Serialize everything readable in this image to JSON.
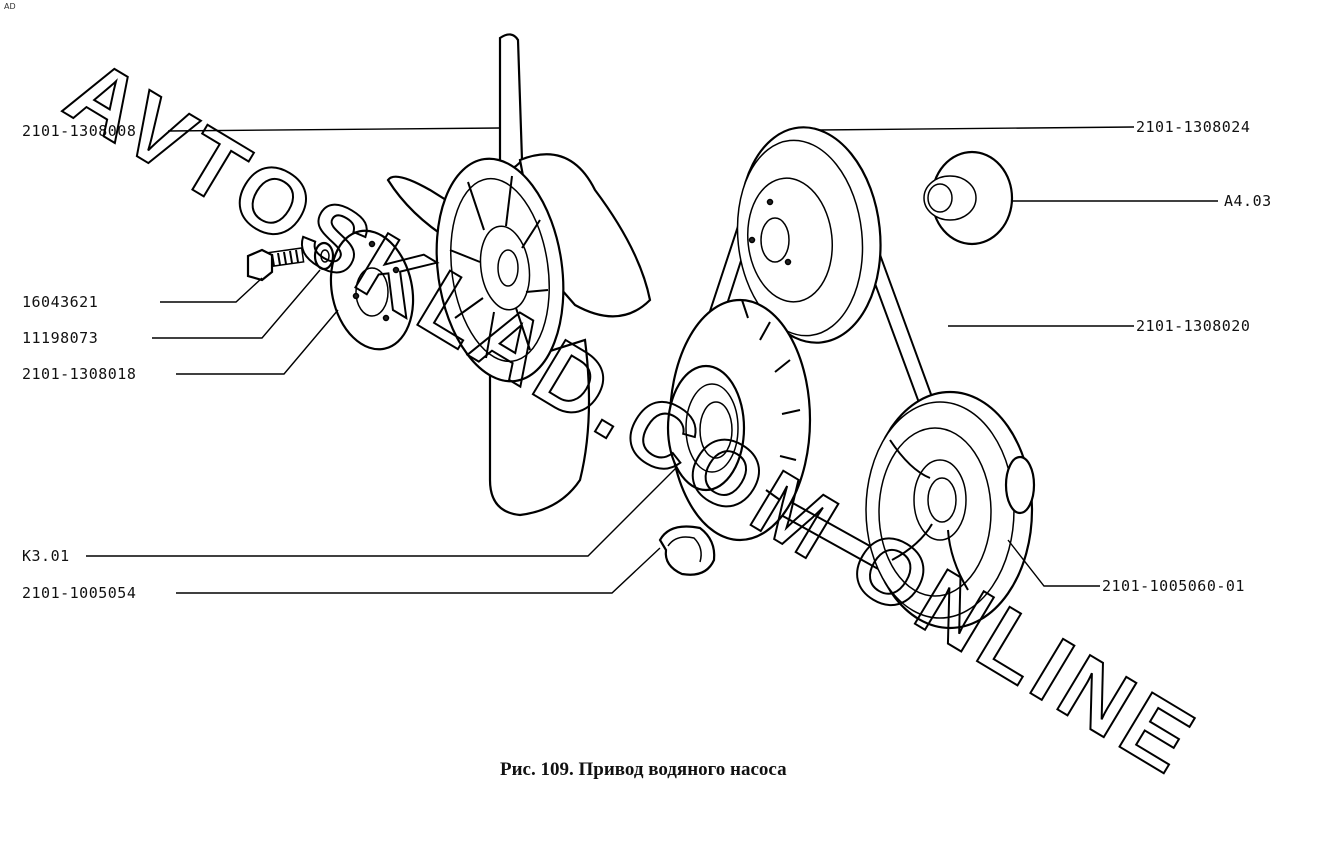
{
  "corner_mark": "AD",
  "watermark": "AVTOSKLAD.COM ONLINE",
  "caption": "Рис. 109. Привод водяного насоса",
  "labels": {
    "l1": "2101-1308008",
    "l2": "16043621",
    "l3": "11198073",
    "l4": "2101-1308018",
    "l5": "K3.01",
    "l6": "2101-1005054",
    "r1": "2101-1308024",
    "r2": "A4.03",
    "r3": "2101-1308020",
    "r4": "2101-1005060-01"
  }
}
